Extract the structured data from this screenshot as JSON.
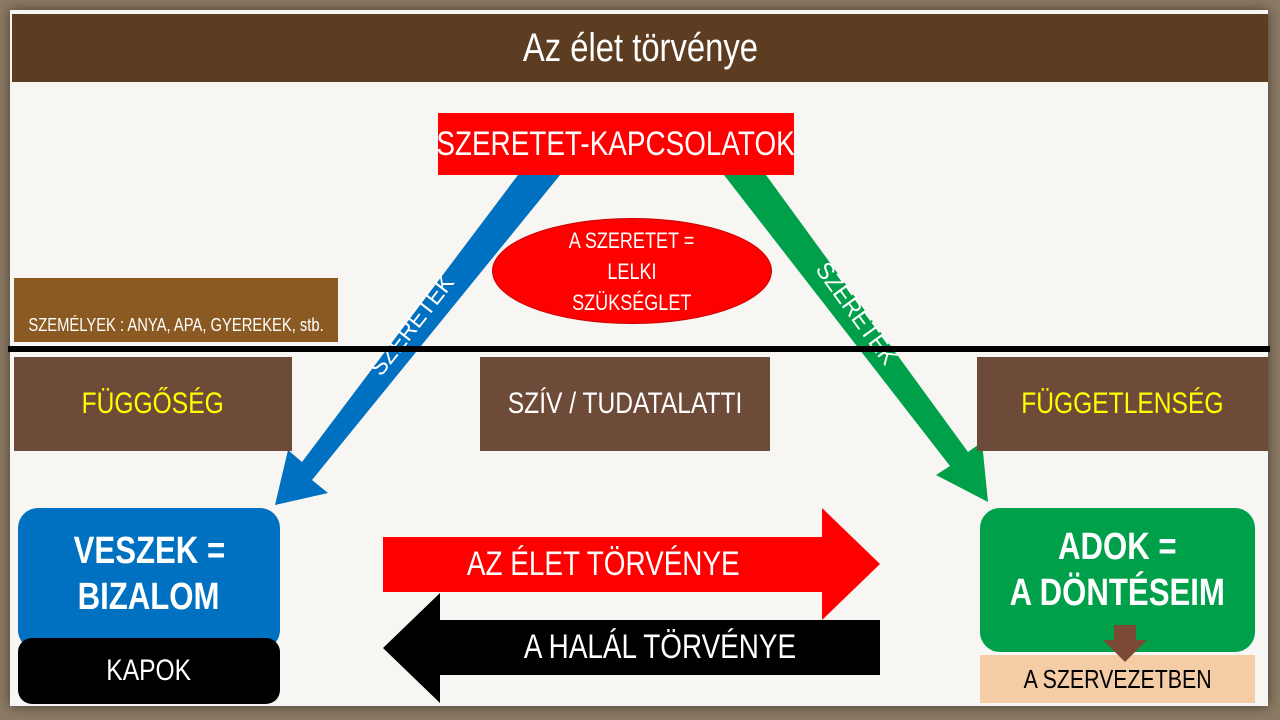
{
  "title": "Az élet törvénye",
  "top_box": "SZERETET-KAPCSOLATOK",
  "ellipse": {
    "line1": "A  SZERETET =",
    "line2": "LELKI",
    "line3": "SZÜKSÉGLET"
  },
  "persons_box": "SZEMÉLYEK : ANYA, APA, GYEREKEK, stb.",
  "left_arrow_label": "SZERETEK",
  "right_arrow_label": "SZERETEK",
  "middle_boxes": {
    "left": "FÜGGŐSÉG",
    "center": "SZÍV / TUDATALATTI",
    "right": "FÜGGETLENSÉG"
  },
  "left_box": {
    "line1": "VESZEK =",
    "line2": "BIZALOM",
    "sub": "KAPOK"
  },
  "right_box": {
    "line1": "ADOK =",
    "line2": "A DÖNTÉSEIM",
    "sub": "A SZERVEZETBEN"
  },
  "life_arrow": "AZ ÉLET TÖRVÉNYE",
  "death_arrow": "A HALÁL TÖRVÉNYE",
  "colors": {
    "title_bar": "#5c3d22",
    "red": "#ff0000",
    "blue": "#0070c0",
    "green": "#00a04a",
    "brown_box": "#6e4a38",
    "yellow": "#ffff00"
  }
}
